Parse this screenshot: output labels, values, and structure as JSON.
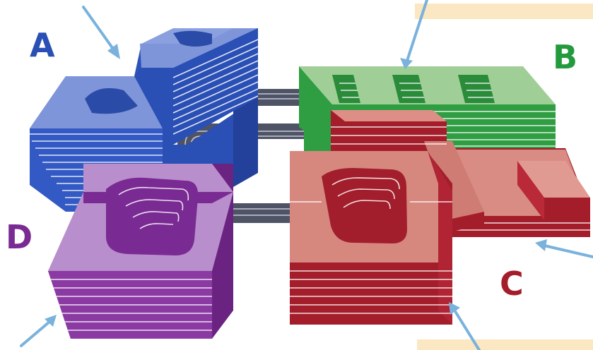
{
  "labels": {
    "a": "A",
    "b": "B",
    "c": "C",
    "d": "D"
  },
  "colors": {
    "a": "#2a4fb5",
    "b": "#249a3e",
    "c": "#a41d2b",
    "d": "#7a2a93",
    "connector": "#555a6e",
    "arrow": "#79b2dc",
    "banner": "#fbe7c1"
  },
  "icons": {
    "arrow": "arrow-icon"
  }
}
